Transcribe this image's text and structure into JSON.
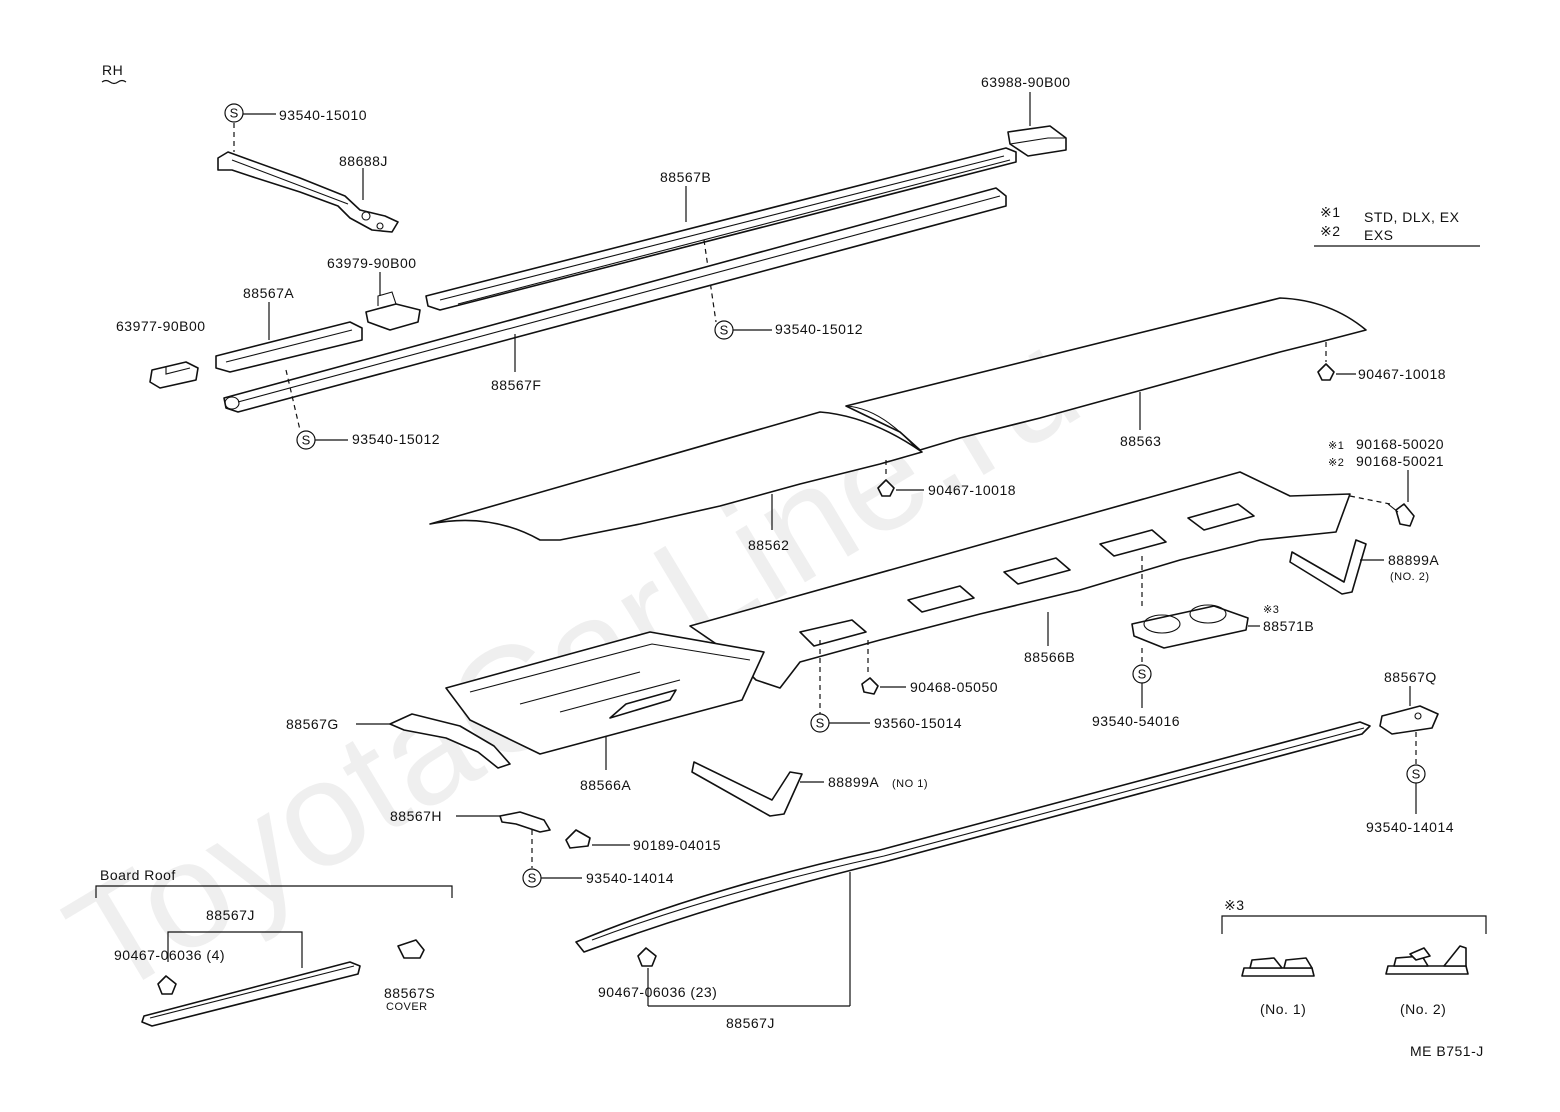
{
  "diagram": {
    "side_label": "RH",
    "watermark": "ToyotaCarLine.ru",
    "ref_code": "ME B751-J",
    "legend": {
      "n1_mark": "※1",
      "n1_text": "STD, DLX, EX",
      "n2_mark": "※2",
      "n2_text": "EXS"
    },
    "board_roof": {
      "title": "Board Roof",
      "part_main": "88567J",
      "clip": "90467-06036 (4)",
      "cover_part": "88567S",
      "cover_word": "COVER"
    },
    "variants": {
      "title": "※3",
      "no1": "(No. 1)",
      "no2": "(No. 2)"
    },
    "screw_symbol": "S",
    "labels": {
      "p93540_15010": "93540-15010",
      "p88688J": "88688J",
      "p63988": "63988-90B00",
      "p88567B": "88567B",
      "p63979": "63979-90B00",
      "p88567A": "88567A",
      "p63977": "63977-90B00",
      "p93540_15012a": "93540-15012",
      "p88567F": "88567F",
      "p93540_15012b": "93540-15012",
      "p90467_10018a": "90467-10018",
      "p88563": "88563",
      "p90467_10018b": "90467-10018",
      "p88562": "88562",
      "p90168_mark1": "※1",
      "p90168_a": "90168-50020",
      "p90168_mark2": "※2",
      "p90168_b": "90168-50021",
      "p88899A_2": "88899A",
      "p88899A_2_sub": "(NO. 2)",
      "p88571B_mark": "※3",
      "p88571B": "88571B",
      "p88566B": "88566B",
      "p90468": "90468-05050",
      "p93560": "93560-15014",
      "p93540_54016": "93540-54016",
      "p88567Q": "88567Q",
      "p88567G": "88567G",
      "p88566A": "88566A",
      "p88899A_1": "88899A",
      "p88899A_1_sub": "(NO  1)",
      "p93540_14014a": "93540-14014",
      "p88567H": "88567H",
      "p90189": "90189-04015",
      "p93540_14014b": "93540-14014",
      "p90467_06036": "90467-06036 (23)",
      "p88567J": "88567J"
    }
  }
}
